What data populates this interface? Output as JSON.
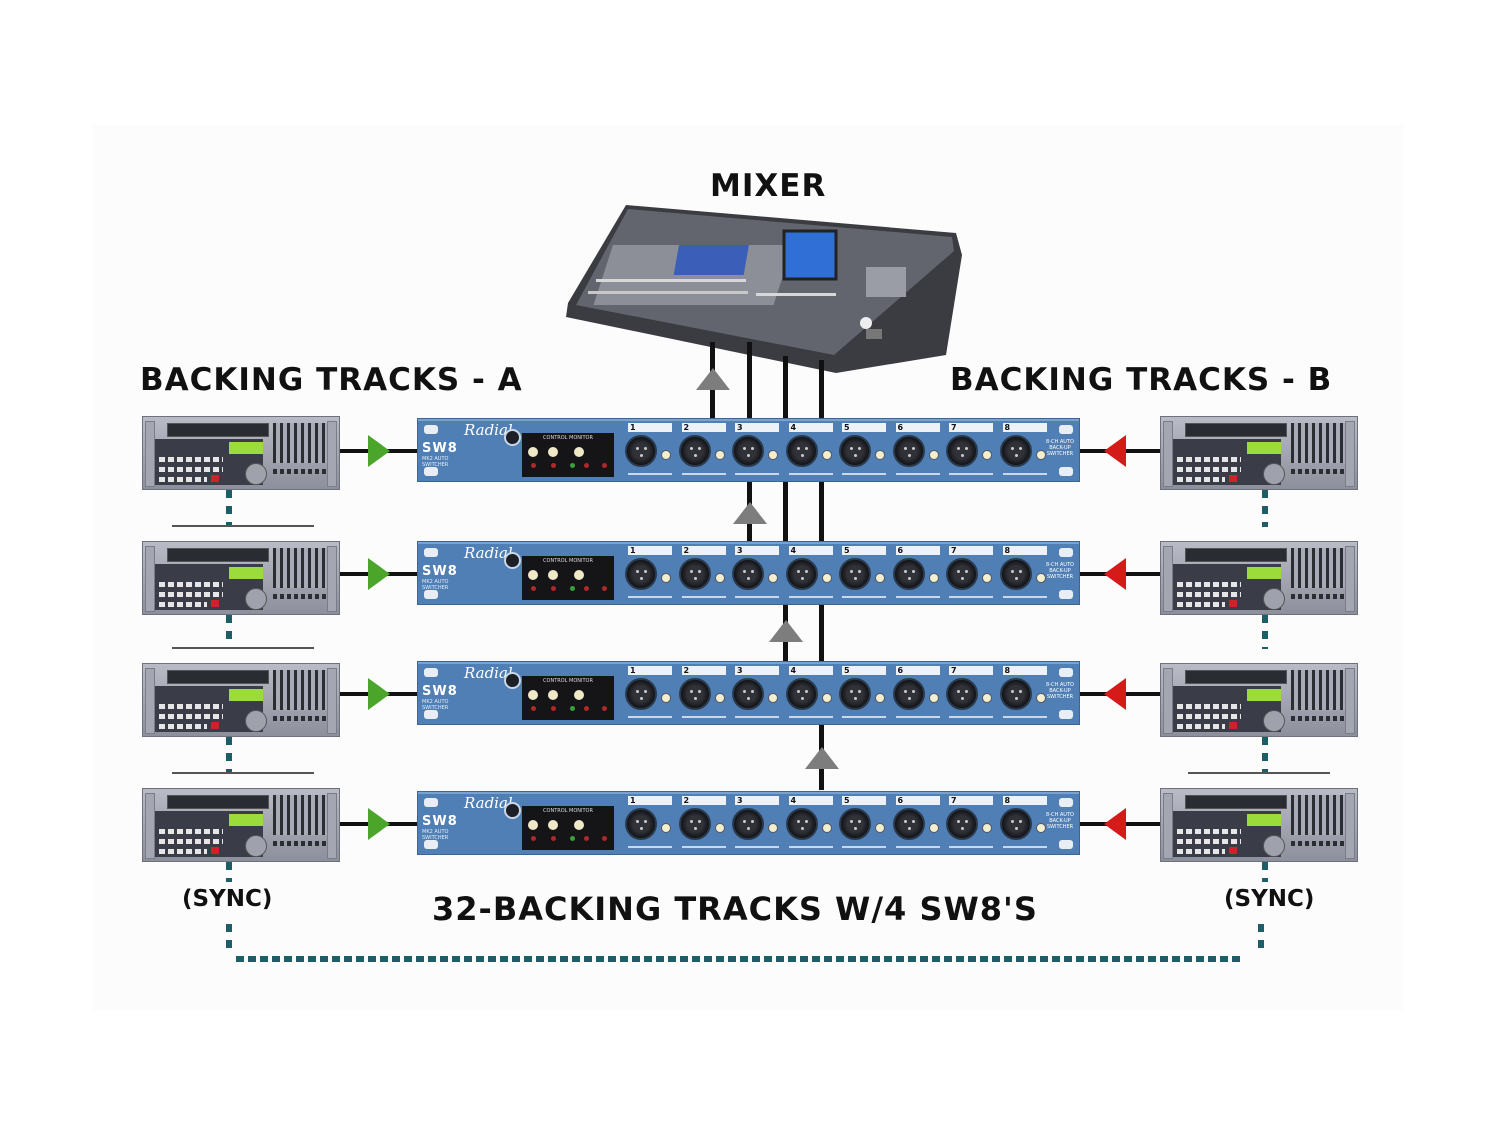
{
  "labels": {
    "mixer": "MIXER",
    "backing_a": "BACKING TRACKS - A",
    "backing_b": "BACKING TRACKS - B",
    "sync_left": "(SYNC)",
    "sync_right": "(SYNC)",
    "caption": "32-BACKING TRACKS W/4 SW8'S"
  },
  "switcher": {
    "brand": "Radial",
    "model": "SW8",
    "subtitle": "MK2 AUTO SWITCHER",
    "control_title": "CONTROL MONITOR",
    "right_label": "8-CH AUTO BACK-UP SWITCHER",
    "channels": [
      "1",
      "2",
      "3",
      "4",
      "5",
      "6",
      "7",
      "8"
    ],
    "count": 4
  },
  "recorders": {
    "side_a_count": 4,
    "side_b_count": 4
  },
  "colors": {
    "arrow_a": "#4aa52a",
    "arrow_b": "#d51a1a",
    "arrow_up": "#7d7d7d",
    "sync_line": "#1d5d66",
    "switcher_blue": "#4f7fb4"
  }
}
